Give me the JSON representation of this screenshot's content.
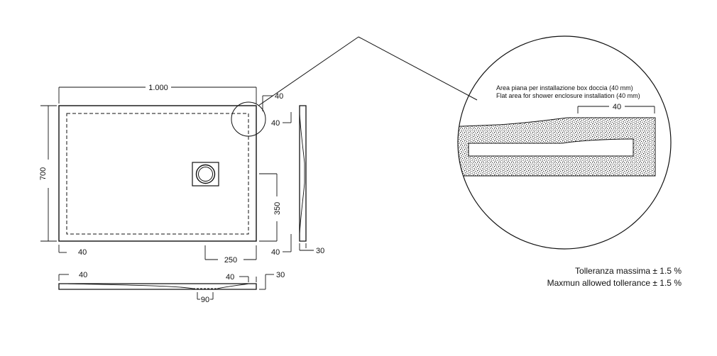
{
  "plan": {
    "width_label": "1.000",
    "height_label": "700",
    "flat_right_label": "40",
    "flat_top_label": "40",
    "bottom_left_label": "40",
    "drain_x_label": "250",
    "drain_y_label": "350"
  },
  "side_view": {
    "bottom_label": "40",
    "thickness_label": "30",
    "top_label": "40"
  },
  "front_view": {
    "left_label": "40",
    "right_label": "40",
    "thickness_label": "30",
    "drain_label": "90"
  },
  "detail": {
    "note_it": "Area piana per installazione box doccia (40 mm)",
    "note_en": "Flat area for shower enclosure installation (40 mm)",
    "width_label": "40"
  },
  "tolerance": {
    "it": "Tolleranza massima ± 1.5 %",
    "en": "Maxmun allowed tollerance ± 1.5 %"
  }
}
